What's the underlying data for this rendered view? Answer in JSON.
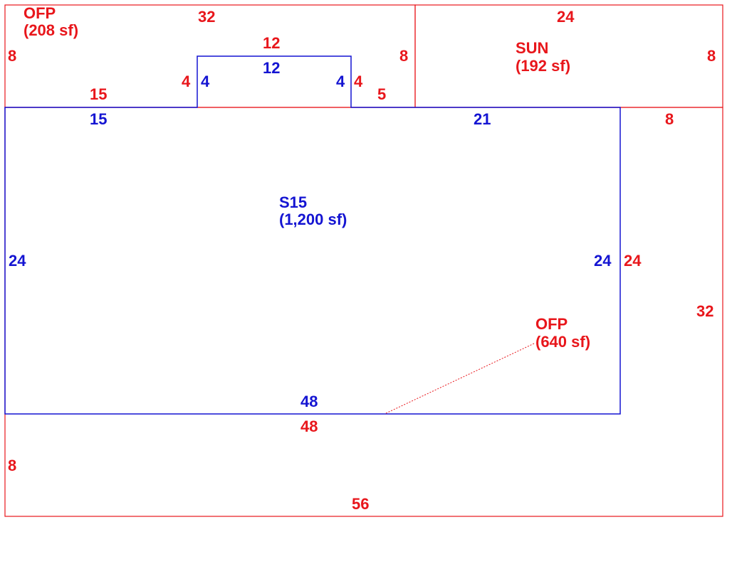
{
  "colors": {
    "exterior": "#e8161b",
    "interior": "#1414d2",
    "background": "#ffffff"
  },
  "areas": {
    "ofp_top": {
      "name": "OFP",
      "area": "(208 sf)"
    },
    "sun": {
      "name": "SUN",
      "area": "(192 sf)"
    },
    "main": {
      "name": "S15",
      "area": "(1,200 sf)"
    },
    "ofp_wrap": {
      "name": "OFP",
      "area": "(640 sf)"
    }
  },
  "dimensions": {
    "ofp_top_width": "32",
    "ofp_top_left": "8",
    "ofp_top_right": "8",
    "bump_outer_top": "12",
    "bump_inner_top": "12",
    "bump_outer_left": "4",
    "bump_inner_left": "4",
    "bump_inner_right": "4",
    "bump_outer_right": "4",
    "ofp_top_left_seg": "15",
    "ofp_top_right_seg": "5",
    "sun_top": "24",
    "sun_right": "8",
    "ofp_wrap_top_right": "8",
    "main_top_left": "15",
    "main_top_right": "21",
    "main_left": "24",
    "main_right": "24",
    "ofp_wrap_inner_right": "24",
    "ofp_wrap_right": "32",
    "main_bottom": "48",
    "ofp_wrap_inner_bottom": "48",
    "ofp_wrap_left": "8",
    "ofp_wrap_bottom": "56"
  }
}
